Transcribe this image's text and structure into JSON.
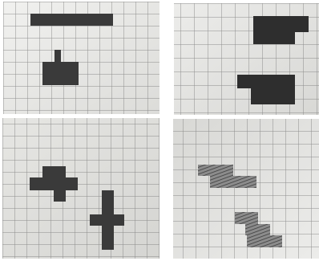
{
  "palette": {
    "paper": "#e9e9e7",
    "paper_warm": "#e3e2df",
    "grid_line": "#6f6f6f",
    "ink": "#3a3a3a",
    "ink_dark": "#2e2e2e",
    "gutter": "#ffffff"
  },
  "panels": [
    {
      "name": "grid-photo-top-left",
      "shapes": [
        "long-bar",
        "t-tetromino"
      ]
    },
    {
      "name": "grid-photo-top-right",
      "shapes": [
        "stepped-block-upper",
        "stepped-block-lower"
      ]
    },
    {
      "name": "grid-photo-bottom-left",
      "shapes": [
        "cross-shape-small",
        "cross-shape-tall"
      ]
    },
    {
      "name": "grid-photo-bottom-right",
      "shapes": [
        "hatched-z-upper",
        "hatched-z-lower"
      ]
    }
  ]
}
